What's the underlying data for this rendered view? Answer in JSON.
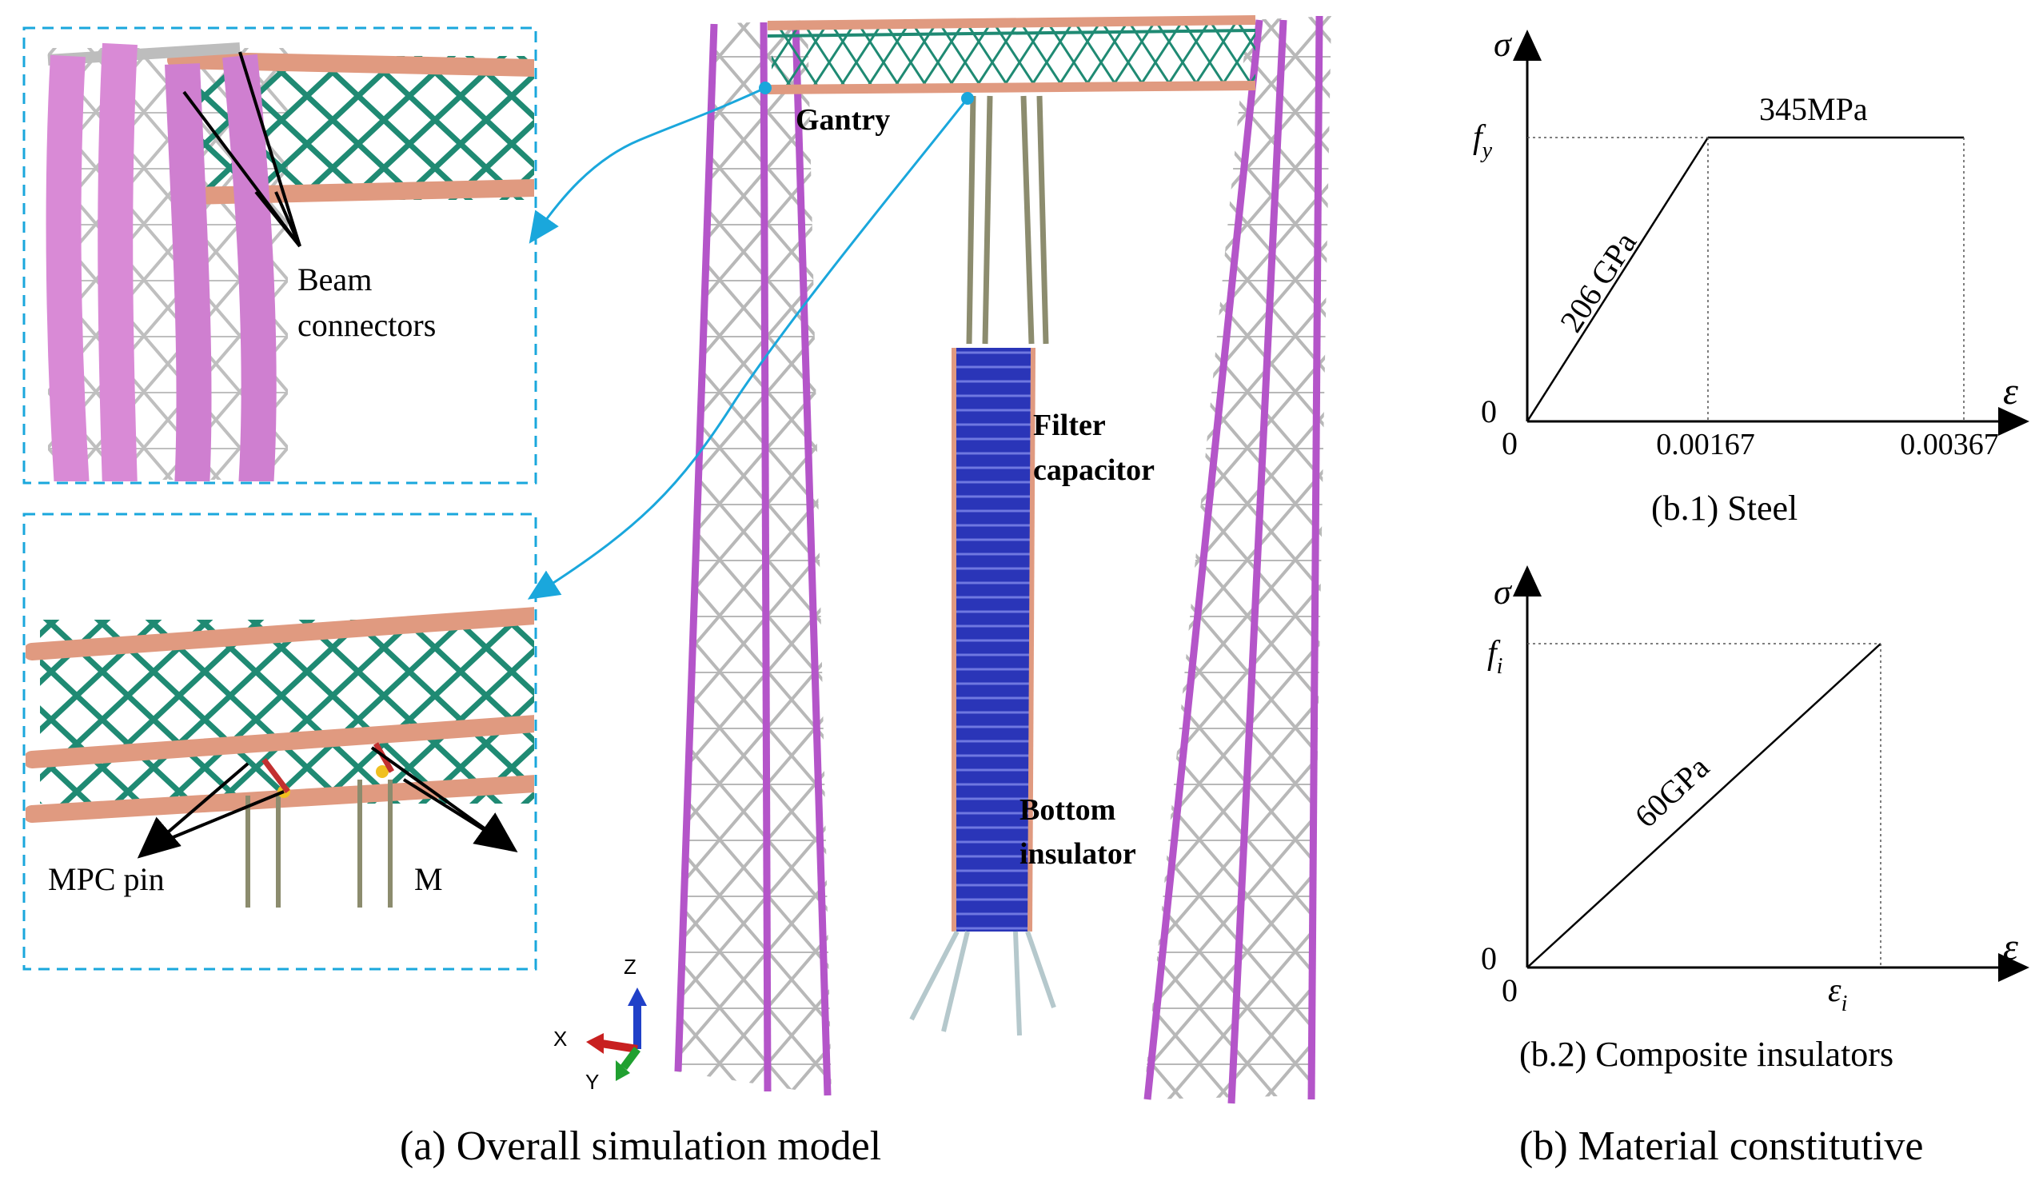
{
  "model": {
    "caption": "(a) Overall simulation model",
    "labels": {
      "gantry": "Gantry",
      "filter_line1": "Filter",
      "filter_line2": "capacitor",
      "bottom_line1": "Bottom",
      "bottom_line2": "insulator"
    },
    "inset_top": {
      "label_line1": "Beam",
      "label_line2": "connectors"
    },
    "inset_bottom": {
      "label_left": "MPC pin",
      "label_right": "M"
    },
    "triad": {
      "x": "X",
      "y": "Y",
      "z": "Z"
    },
    "colors": {
      "tower_steel": "#b8b8b8",
      "tower_chord": "#b455c9",
      "column_pink": "#d98ad6",
      "lattice_green": "#1f8a73",
      "chord_salmon": "#e09a80",
      "capacitor_blue": "#2a35b8",
      "callout_cyan": "#1aa7dc"
    }
  },
  "panel_b": {
    "caption": "(b) Material constitutive",
    "steel": {
      "caption": "(b.1) Steel",
      "y_axis_label": "σ",
      "x_axis_label": "ε",
      "yield_label": "f",
      "yield_sub": "y",
      "origin_y": "0",
      "origin_x": "0",
      "x_ticks": [
        "0.00167",
        "0.00367"
      ],
      "slope_label": "206 GPa",
      "plateau_label": "345MPa"
    },
    "composite": {
      "caption": "(b.2) Composite insulators",
      "y_axis_label": "σ",
      "x_axis_label": "ε",
      "limit_label": "f",
      "limit_sub": "i",
      "origin_y": "0",
      "origin_x": "0",
      "x_tick": "ε",
      "x_tick_sub": "i",
      "slope_label": "60GPa"
    }
  }
}
